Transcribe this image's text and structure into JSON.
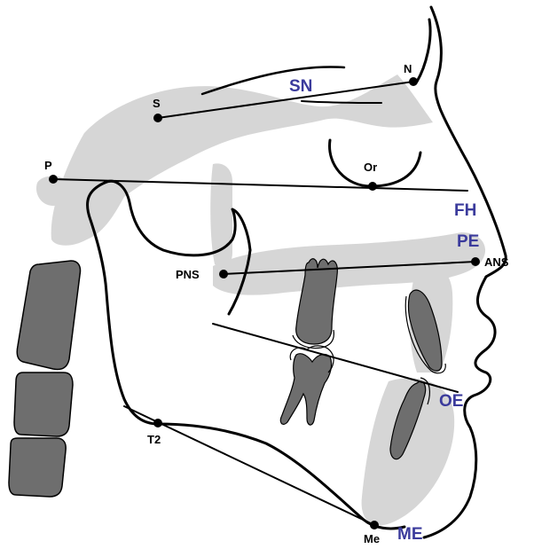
{
  "colors": {
    "bone": "#d6d6d6",
    "tooth": "#6e6e6e",
    "vertebra": "#6e6e6e",
    "outline": "#000000",
    "line_label": "#3b3b9c"
  },
  "points": {
    "s": "S",
    "n": "N",
    "or": "Or",
    "p": "P",
    "pns": "PNS",
    "ans": "ANS",
    "t2": "T2",
    "me": "Me"
  },
  "lines": {
    "sn": "SN",
    "fh": "FH",
    "pe": "PE",
    "oe": "OE",
    "me": "ME"
  }
}
